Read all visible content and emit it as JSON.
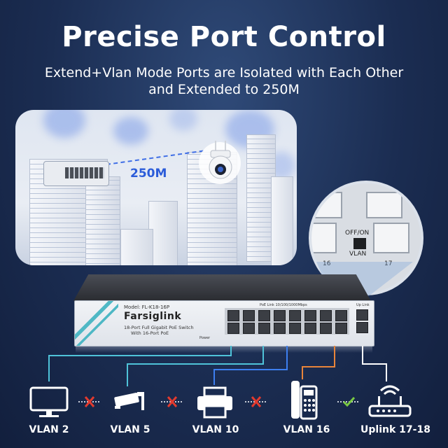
{
  "header": {
    "title": "Precise Port Control",
    "subtitle": "Extend+Vlan Mode Ports are Isolated with Each Other and Extended to 250M"
  },
  "scene": {
    "distance_label": "250M"
  },
  "zoom": {
    "switch_label": "OFF/ON",
    "mode_label": "VLAN",
    "left_port": "16",
    "right_port": "17"
  },
  "switch": {
    "model": "Model: FL-K18-16P",
    "brand": "Farsiglink",
    "desc_line1": "18-Port Full Gigabit PoE Switch",
    "desc_line2": "With 16-Port PoE",
    "power_label": "Power",
    "led_label": "PoE Link 10/100/1000Mbps",
    "uplink_label": "Up Link"
  },
  "devices": [
    {
      "label": "VLAN 2",
      "icon": "monitor-icon"
    },
    {
      "label": "VLAN 5",
      "icon": "camera-icon"
    },
    {
      "label": "VLAN 10",
      "icon": "printer-icon"
    },
    {
      "label": "VLAN 16",
      "icon": "phone-icon"
    },
    {
      "label": "Uplink 17-18",
      "icon": "router-icon"
    }
  ],
  "colors": {
    "cyan_line": "#4fc3d9",
    "blue_line": "#3d7ff0",
    "orange_line": "#e8843a",
    "white_line": "#ffffff",
    "blocked": "#e23a2e",
    "allowed": "#7ac943"
  }
}
